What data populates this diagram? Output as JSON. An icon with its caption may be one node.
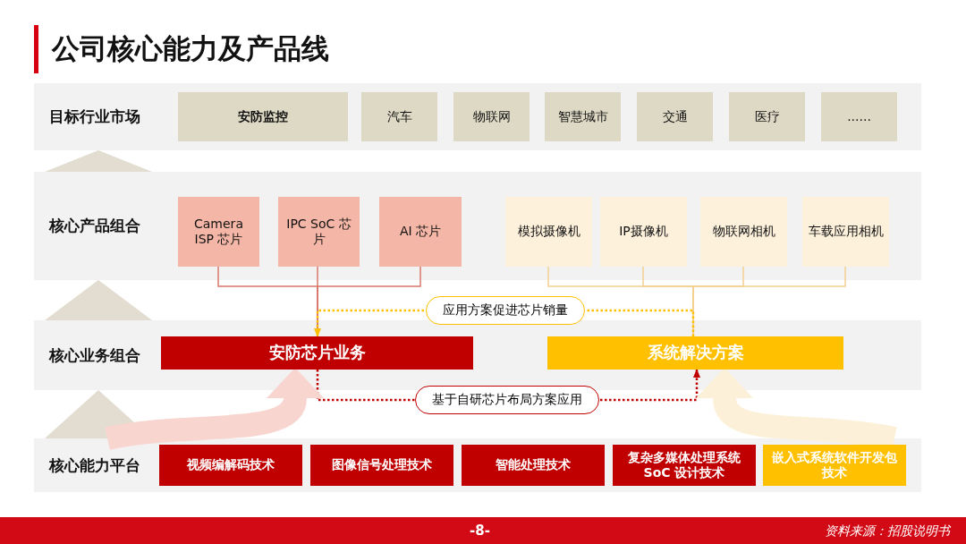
{
  "diagram": {
    "title": "公司核心能力及产品线",
    "nodes": [
      {
        "text": [
          "目标行业市场"
        ]
      },
      {
        "text": [
          "安防监控"
        ],
        "in": 0
      },
      {
        "text": [
          "汽车"
        ],
        "in": 0
      },
      {
        "text": [
          "物联网"
        ],
        "in": 0
      },
      {
        "text": [
          "智慧城市"
        ],
        "in": 0
      },
      {
        "text": [
          "交通"
        ],
        "in": 0
      },
      {
        "text": [
          "医疗"
        ],
        "in": 0
      },
      {
        "text": [
          "......"
        ],
        "in": 0
      },
      {
        "text": [
          "核心产品组合"
        ]
      },
      {
        "text": [
          "Camera ISP 芯片"
        ],
        "in": 8
      },
      {
        "text": [
          "IPC SoC 芯片"
        ],
        "in": 8
      },
      {
        "text": [
          "AI 芯片"
        ],
        "in": 8
      },
      {
        "text": [
          "模拟摄像机"
        ],
        "in": 8
      },
      {
        "text": [
          "IP摄像机"
        ],
        "in": 8
      },
      {
        "text": [
          "物联网相机"
        ],
        "in": 8
      },
      {
        "text": [
          "车载应用相机"
        ],
        "in": 8
      },
      {
        "text": [
          "核心业务组合"
        ]
      },
      {
        "text": [
          "安防芯片业务"
        ],
        "in": 16
      },
      {
        "text": [
          "系统解决方案"
        ],
        "in": 16
      },
      {
        "text": [
          "核心能力平台"
        ]
      },
      {
        "text": [
          "视频编解码技术"
        ],
        "in": 19
      },
      {
        "text": [
          "图像信号处理技术"
        ],
        "in": 19
      },
      {
        "text": [
          "智能处理技术"
        ],
        "in": 19
      },
      {
        "text": [
          "复杂多媒体处理系统SoC 设计技术"
        ],
        "in": 19
      },
      {
        "text": [
          "嵌入式系统软件开发包技术"
        ],
        "in": 19
      }
    ],
    "edges": [
      {
        "from": 9,
        "to": 17,
        "arrow": "none",
        "color": "#d9776b"
      },
      {
        "from": 10,
        "to": 17,
        "arrow": "none",
        "color": "#d9776b"
      },
      {
        "from": 11,
        "to": 17,
        "arrow": "none",
        "color": "#d9776b"
      },
      {
        "from": 12,
        "to": 18,
        "arrow": "none",
        "color": "#f5d08f"
      },
      {
        "from": 13,
        "to": 18,
        "arrow": "none",
        "color": "#f5d08f"
      },
      {
        "from": 14,
        "to": 18,
        "arrow": "none",
        "color": "#f5d08f"
      },
      {
        "from": 15,
        "to": 18,
        "arrow": "none",
        "color": "#f5d08f"
      },
      {
        "from": 18,
        "to": 17,
        "arrow": "to",
        "label": "应用方案促进芯片销量",
        "style": "dashed",
        "color": "#ffc000"
      },
      {
        "from": 17,
        "to": 18,
        "arrow": "to",
        "label": "基于自研芯片布局方案应用",
        "style": "dashed",
        "color": "#c00000"
      },
      {
        "from": 19,
        "to": 16,
        "arrow": "to",
        "color": "#e2ddd0"
      },
      {
        "from": 16,
        "to": 8,
        "arrow": "to",
        "color": "#e2ddd0"
      },
      {
        "from": 8,
        "to": 0,
        "arrow": "to",
        "color": "#e2ddd0"
      },
      {
        "from": 19,
        "to": 17,
        "arrow": "to",
        "style": "thick",
        "color": "#f8d5cf"
      },
      {
        "from": 19,
        "to": 18,
        "arrow": "to",
        "style": "thick",
        "color": "#fdf0d8"
      }
    ],
    "labels": [
      "-8-",
      "资料来源：招股说明书"
    ]
  }
}
